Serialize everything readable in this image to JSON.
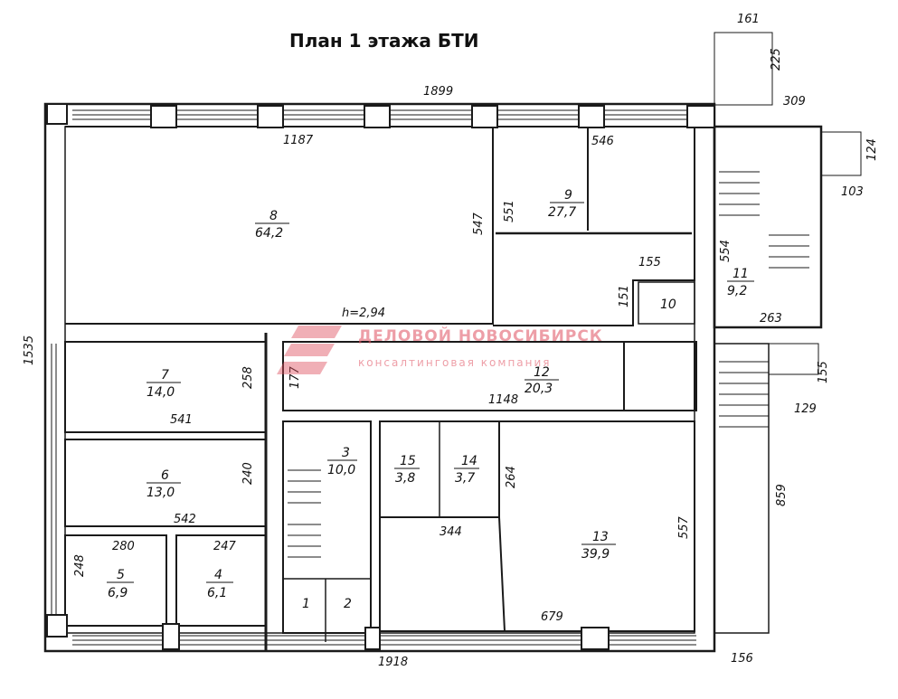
{
  "title": "План 1 этажа БТИ",
  "ceiling_height": "h=2,94",
  "rooms": [
    {
      "num": "1"
    },
    {
      "num": "2"
    },
    {
      "num": "3",
      "area": "10,0"
    },
    {
      "num": "4",
      "area": "6,1"
    },
    {
      "num": "5",
      "area": "6,9"
    },
    {
      "num": "6",
      "area": "13,0"
    },
    {
      "num": "7",
      "area": "14,0"
    },
    {
      "num": "8",
      "area": "64,2"
    },
    {
      "num": "9",
      "area": "27,7"
    },
    {
      "num": "10"
    },
    {
      "num": "11",
      "area": "9,2"
    },
    {
      "num": "12",
      "area": "20,3"
    },
    {
      "num": "13",
      "area": "39,9"
    },
    {
      "num": "14",
      "area": "3,7"
    },
    {
      "num": "15",
      "area": "3,8"
    }
  ],
  "dimensions": [
    "161",
    "225",
    "309",
    "124",
    "103",
    "1899",
    "1187",
    "546",
    "547",
    "551",
    "554",
    "155",
    "151",
    "263",
    "1535",
    "258",
    "541",
    "177",
    "1148",
    "155",
    "129",
    "240",
    "542",
    "264",
    "859",
    "280",
    "247",
    "248",
    "344",
    "557",
    "679",
    "1918",
    "156"
  ],
  "watermark": {
    "main": "ДЕЛОВОЙ НОВОСИБИРСК",
    "sub": "консалтинговая компания"
  },
  "colors": {
    "line": "#1a1a1a",
    "watermark": "#e05060"
  }
}
